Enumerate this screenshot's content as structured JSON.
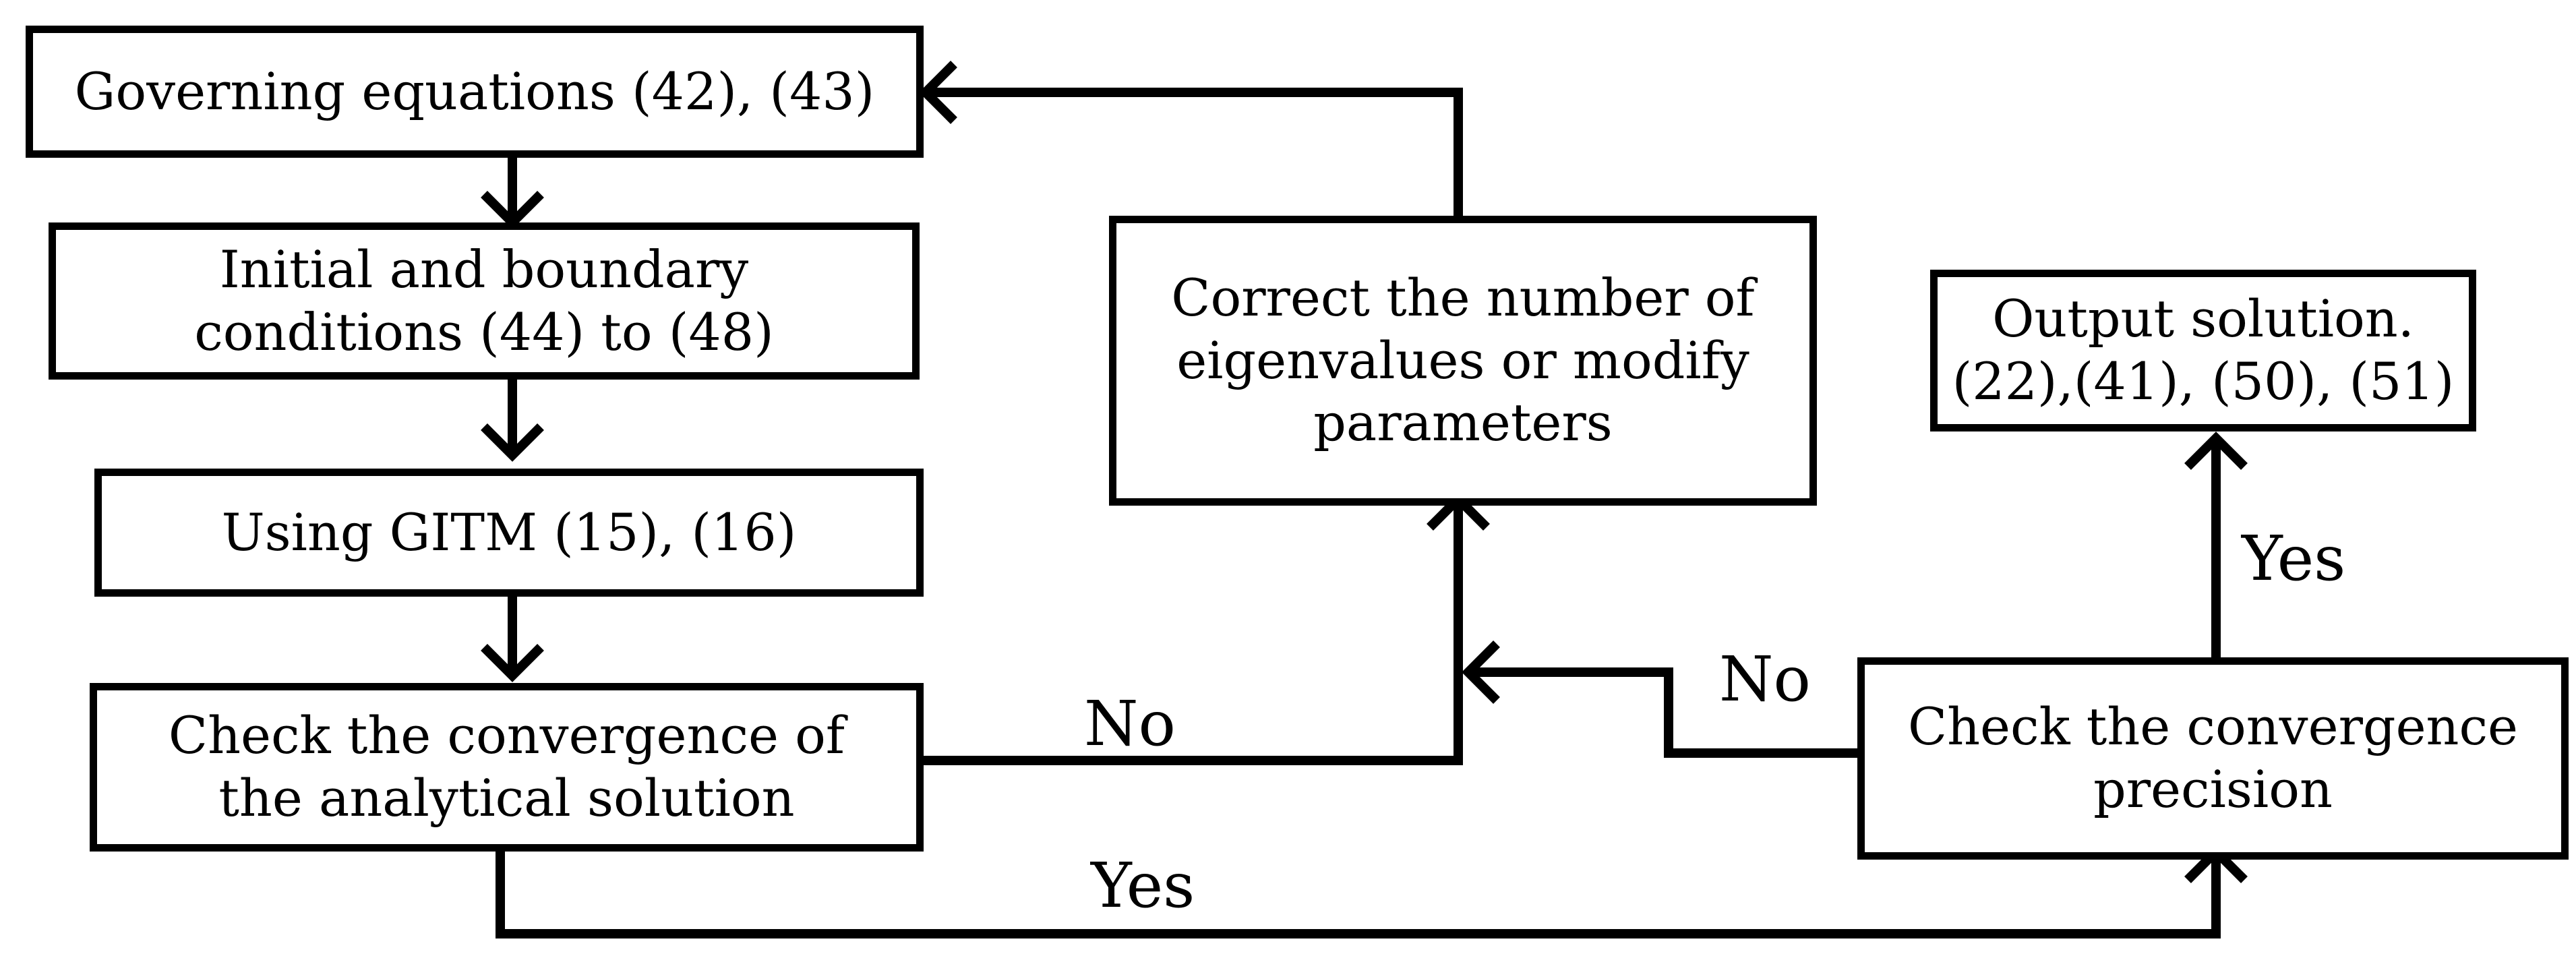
{
  "boxes": {
    "governing": "Governing equations (42), (43)",
    "initial": "Initial and boundary\nconditions (44) to (48)",
    "gitm": "Using GITM (15), (16)",
    "check_analytical": "Check the convergence of\nthe analytical solution",
    "correct": "Correct the number of\neigenvalues or modify\nparameters",
    "output": "Output solution.\n(22),(41), (50), (51)",
    "check_precision": "Check the convergence\nprecision"
  },
  "labels": {
    "no_analytical": "No",
    "yes_analytical": "Yes",
    "no_precision": "No",
    "yes_precision": "Yes"
  }
}
